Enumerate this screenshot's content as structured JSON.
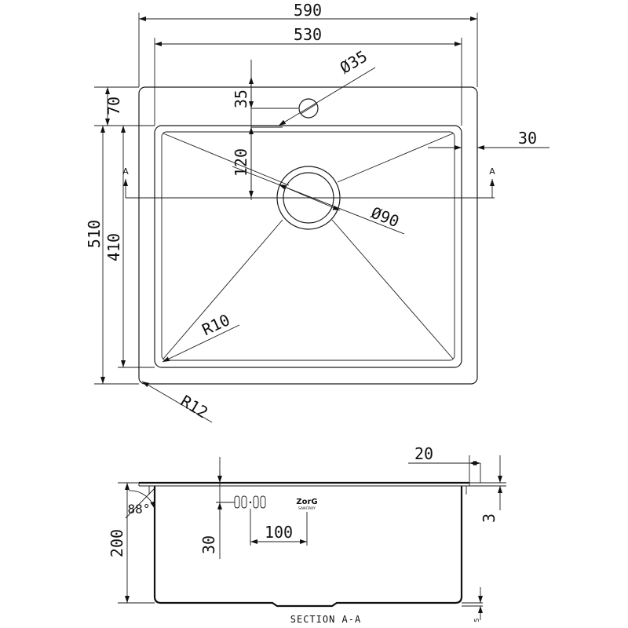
{
  "top_view": {
    "overall_width": "590",
    "bowl_width": "530",
    "overall_depth": "510",
    "bowl_depth": "410",
    "tap_offset": "70",
    "tap_hole_dia": "Ø35",
    "tap_hole_offset": "35",
    "drain_offset": "120",
    "drain_dia": "Ø90",
    "side_margin": "30",
    "bowl_radius": "R10",
    "corner_radius": "R12",
    "section_mark_left": "A",
    "section_mark_right": "A"
  },
  "section_view": {
    "depth": "200",
    "angle": "88°",
    "overflow_height": "30",
    "overflow_width": "100",
    "flange_width": "20",
    "flange_thickness": "3",
    "bottom_step": "5",
    "caption": "SECTION A-A",
    "logo_name": "ZorG",
    "logo_sub": "SANITARY"
  }
}
